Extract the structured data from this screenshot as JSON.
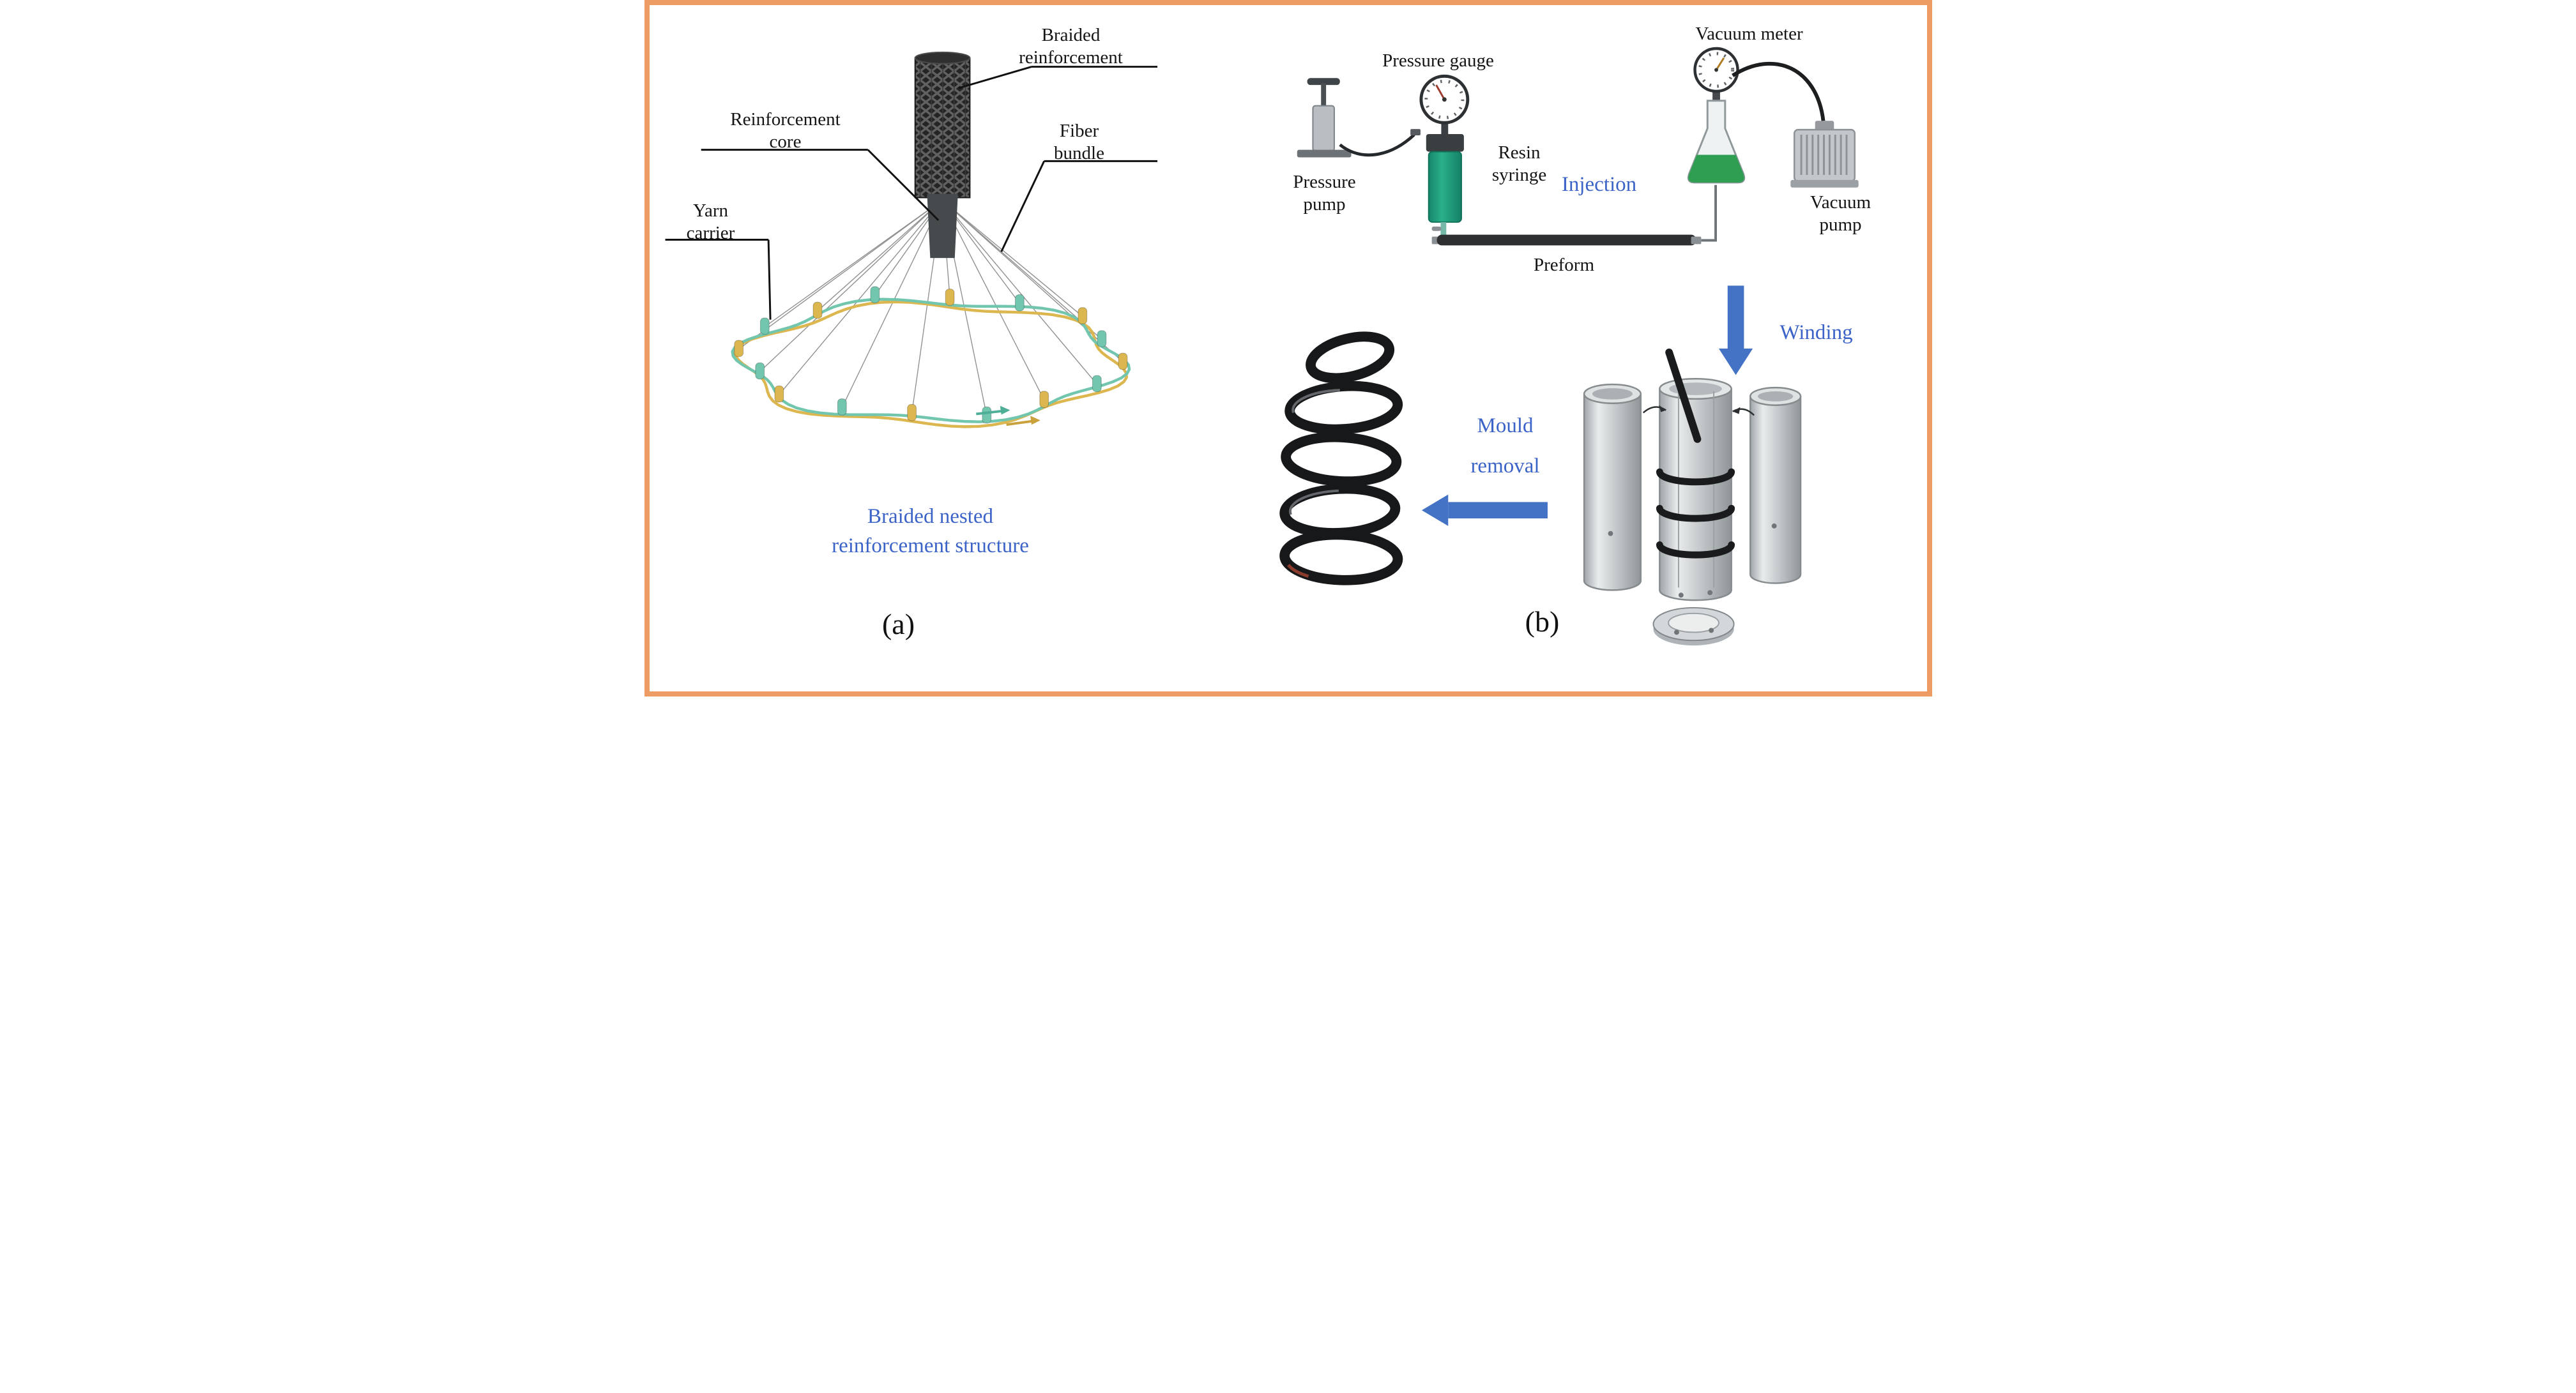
{
  "figure": {
    "border_color": "#ed9c64",
    "panel_a": {
      "tag": "(a)",
      "caption": "Braided nested\nreinforcement structure",
      "labels": {
        "braided_reinforcement": "Braided\nreinforcement",
        "reinforcement_core": "Reinforcement\ncore",
        "fiber_bundle": "Fiber\nbundle",
        "yarn_carrier": "Yarn\ncarrier"
      },
      "colors": {
        "yarn_teal": "#72c6ae",
        "yarn_gold": "#dcb64e",
        "braid_dark": "#242424",
        "core_gray": "#474a4c",
        "caption_blue": "#3c63c7"
      }
    },
    "panel_b": {
      "tag": "(b)",
      "labels": {
        "pressure_gauge": "Pressure gauge",
        "pressure_pump": "Pressure\npump",
        "resin_syringe": "Resin\nsyringe",
        "injection": "Injection",
        "vacuum_meter": "Vacuum meter",
        "vacuum_pump": "Vacuum\npump",
        "preform": "Preform",
        "winding": "Winding",
        "mould_removal": "Mould\nremoval"
      },
      "colors": {
        "resin_green": "#1fa07c",
        "flask_green": "#2f9e52",
        "process_arrow_blue": "#4472c4",
        "step_text_blue": "#3c63c7"
      }
    }
  }
}
